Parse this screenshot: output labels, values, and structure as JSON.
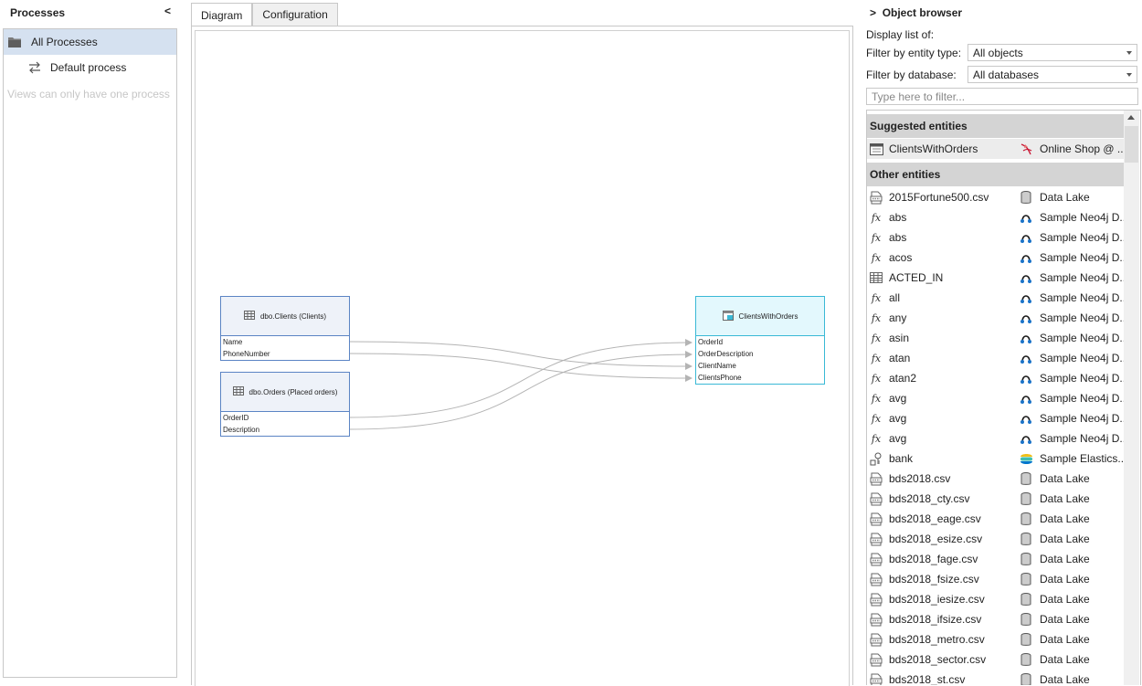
{
  "left_panel": {
    "title": "Processes",
    "collapse_glyph": "<",
    "items": [
      {
        "label": "All Processes",
        "icon": "folder-icon"
      },
      {
        "label": "Default process",
        "icon": "exchange-arrows-icon"
      }
    ],
    "hint": "Views can only have one process"
  },
  "tabs": [
    {
      "label": "Diagram",
      "active": true
    },
    {
      "label": "Configuration",
      "active": false
    }
  ],
  "diagram": {
    "sources": [
      {
        "title": "dbo.Clients (Clients)",
        "fields": [
          "Name",
          "PhoneNumber"
        ]
      },
      {
        "title": "dbo.Orders (Placed orders)",
        "fields": [
          "OrderID",
          "Description"
        ]
      }
    ],
    "target": {
      "title": "ClientsWithOrders",
      "fields": [
        "OrderId",
        "OrderDescription",
        "ClientName",
        "ClientsPhone"
      ]
    }
  },
  "object_browser": {
    "expand_glyph": ">",
    "title": "Object browser",
    "display_list_label": "Display list of:",
    "entity_type_label": "Filter by entity type:",
    "entity_type_value": "All objects",
    "database_label": "Filter by database:",
    "database_value": "All databases",
    "filter_placeholder": "Type here to filter...",
    "suggested_header": "Suggested entities",
    "suggested": [
      {
        "name": "ClientsWithOrders",
        "type": "view",
        "source": "Online Shop @ ...",
        "source_type": "sqlserver"
      }
    ],
    "other_header": "Other entities",
    "other": [
      {
        "name": "2015Fortune500.csv",
        "type": "csv",
        "source": "Data Lake",
        "source_type": "datalake"
      },
      {
        "name": "abs",
        "type": "function",
        "source": "Sample Neo4j D...",
        "source_type": "neo4j"
      },
      {
        "name": "abs",
        "type": "function",
        "source": "Sample Neo4j D...",
        "source_type": "neo4j"
      },
      {
        "name": "acos",
        "type": "function",
        "source": "Sample Neo4j D...",
        "source_type": "neo4j"
      },
      {
        "name": "ACTED_IN",
        "type": "table",
        "source": "Sample Neo4j D...",
        "source_type": "neo4j"
      },
      {
        "name": "all",
        "type": "function",
        "source": "Sample Neo4j D...",
        "source_type": "neo4j"
      },
      {
        "name": "any",
        "type": "function",
        "source": "Sample Neo4j D...",
        "source_type": "neo4j"
      },
      {
        "name": "asin",
        "type": "function",
        "source": "Sample Neo4j D...",
        "source_type": "neo4j"
      },
      {
        "name": "atan",
        "type": "function",
        "source": "Sample Neo4j D...",
        "source_type": "neo4j"
      },
      {
        "name": "atan2",
        "type": "function",
        "source": "Sample Neo4j D...",
        "source_type": "neo4j"
      },
      {
        "name": "avg",
        "type": "function",
        "source": "Sample Neo4j D...",
        "source_type": "neo4j"
      },
      {
        "name": "avg",
        "type": "function",
        "source": "Sample Neo4j D...",
        "source_type": "neo4j"
      },
      {
        "name": "avg",
        "type": "function",
        "source": "Sample Neo4j D...",
        "source_type": "neo4j"
      },
      {
        "name": "bank",
        "type": "index",
        "source": "Sample Elastics...",
        "source_type": "elastic"
      },
      {
        "name": "bds2018.csv",
        "type": "csv",
        "source": "Data Lake",
        "source_type": "datalake"
      },
      {
        "name": "bds2018_cty.csv",
        "type": "csv",
        "source": "Data Lake",
        "source_type": "datalake"
      },
      {
        "name": "bds2018_eage.csv",
        "type": "csv",
        "source": "Data Lake",
        "source_type": "datalake"
      },
      {
        "name": "bds2018_esize.csv",
        "type": "csv",
        "source": "Data Lake",
        "source_type": "datalake"
      },
      {
        "name": "bds2018_fage.csv",
        "type": "csv",
        "source": "Data Lake",
        "source_type": "datalake"
      },
      {
        "name": "bds2018_fsize.csv",
        "type": "csv",
        "source": "Data Lake",
        "source_type": "datalake"
      },
      {
        "name": "bds2018_iesize.csv",
        "type": "csv",
        "source": "Data Lake",
        "source_type": "datalake"
      },
      {
        "name": "bds2018_ifsize.csv",
        "type": "csv",
        "source": "Data Lake",
        "source_type": "datalake"
      },
      {
        "name": "bds2018_metro.csv",
        "type": "csv",
        "source": "Data Lake",
        "source_type": "datalake"
      },
      {
        "name": "bds2018_sector.csv",
        "type": "csv",
        "source": "Data Lake",
        "source_type": "datalake"
      },
      {
        "name": "bds2018_st.csv",
        "type": "csv",
        "source": "Data Lake",
        "source_type": "datalake"
      }
    ]
  },
  "colors": {
    "selected_bg": "#d5e1f0",
    "source_node_border": "#5b84c4",
    "target_node_border": "#3ab9d6",
    "neo4j_blue": "#1a73c8",
    "group_header_bg": "#d4d4d4"
  }
}
